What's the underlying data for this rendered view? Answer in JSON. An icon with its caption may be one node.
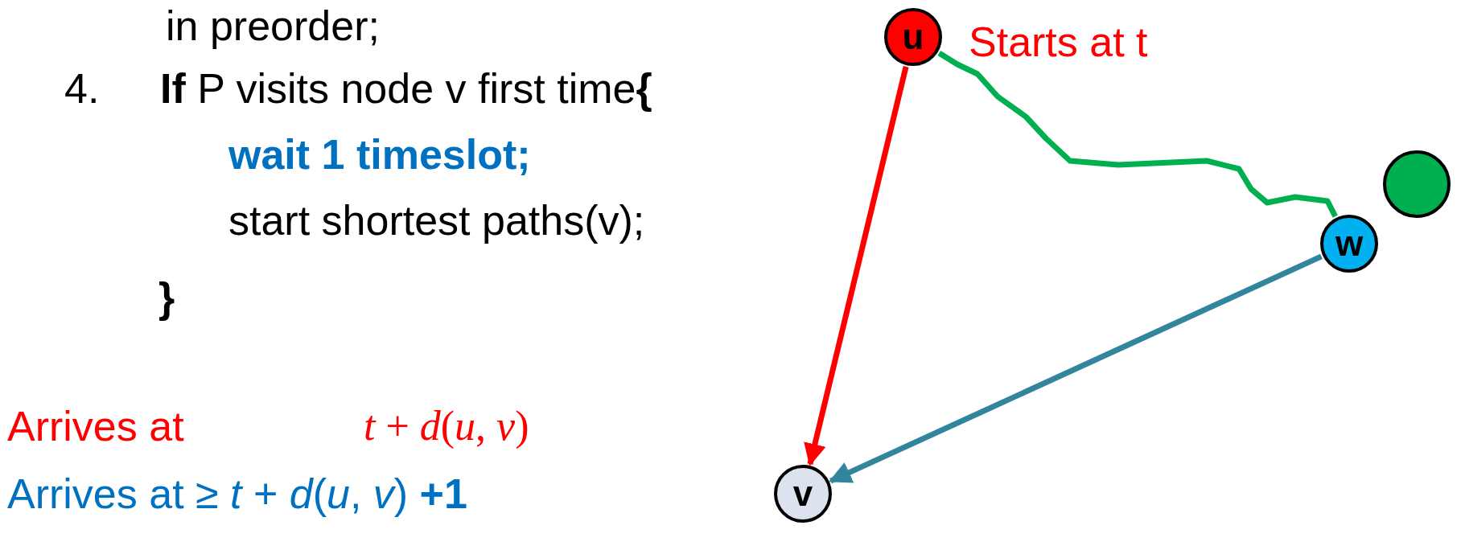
{
  "diagram": {
    "nodes": [
      {
        "text": [
          "u"
        ],
        "beside": [
          "Starts at t"
        ]
      },
      {
        "text": [
          "w"
        ]
      },
      {
        "text": [],
        "shape": "circle"
      },
      {
        "text": [
          "v"
        ]
      }
    ],
    "edges": [
      {
        "from": 0,
        "to": 3,
        "arrow": "to",
        "color": "#ff0000"
      },
      {
        "from": 0,
        "to": 1,
        "arrow": "none",
        "color": "#00b050"
      },
      {
        "from": 1,
        "to": 3,
        "arrow": "to",
        "color": "#31859c"
      }
    ],
    "labels": [
      "in preorder;",
      "4.",
      "**If** P visits node v first time**{**",
      "wait 1 timeslot;",
      "start shortest paths(v);",
      "}",
      "Arrives at",
      "*t* + *d*(*u*, *v*)",
      "Arrives at ≥ *t* + *d*(*u*, *v*) **+1**"
    ]
  }
}
